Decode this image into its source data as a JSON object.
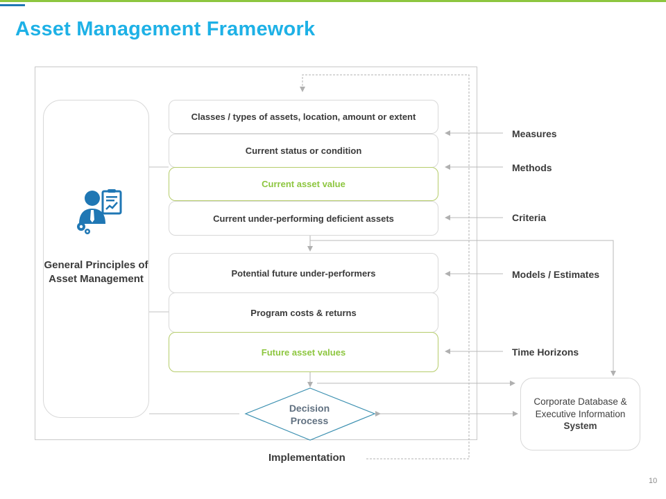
{
  "header": {
    "title": "Asset Management Framework",
    "accent_color": "#1eb1e6",
    "bar_color": "#8dc63f"
  },
  "principles": {
    "icon": "businessman-with-report-icon",
    "text": "General Principles of Asset Management"
  },
  "steps": [
    {
      "label": "Classes / types of assets, location, amount or extent",
      "highlight": false
    },
    {
      "label": "Current status or condition",
      "highlight": false
    },
    {
      "label": "Current asset value",
      "highlight": true
    },
    {
      "label": "Current under-performing deficient assets",
      "highlight": false
    },
    {
      "label": "Potential future under-performers",
      "highlight": false
    },
    {
      "label": "Program costs & returns",
      "highlight": false
    },
    {
      "label": "Future asset values",
      "highlight": true
    }
  ],
  "inputs": [
    {
      "label": "Measures"
    },
    {
      "label": "Methods"
    },
    {
      "label": "Criteria"
    },
    {
      "label": "Models / Estimates"
    },
    {
      "label": "Time Horizons"
    }
  ],
  "decision": {
    "line1": "Decision",
    "line2": "Process"
  },
  "corporate": {
    "line1": "Corporate Database &",
    "line2": "Executive Information",
    "line3": "System"
  },
  "implementation": "Implementation",
  "page_number": "10"
}
